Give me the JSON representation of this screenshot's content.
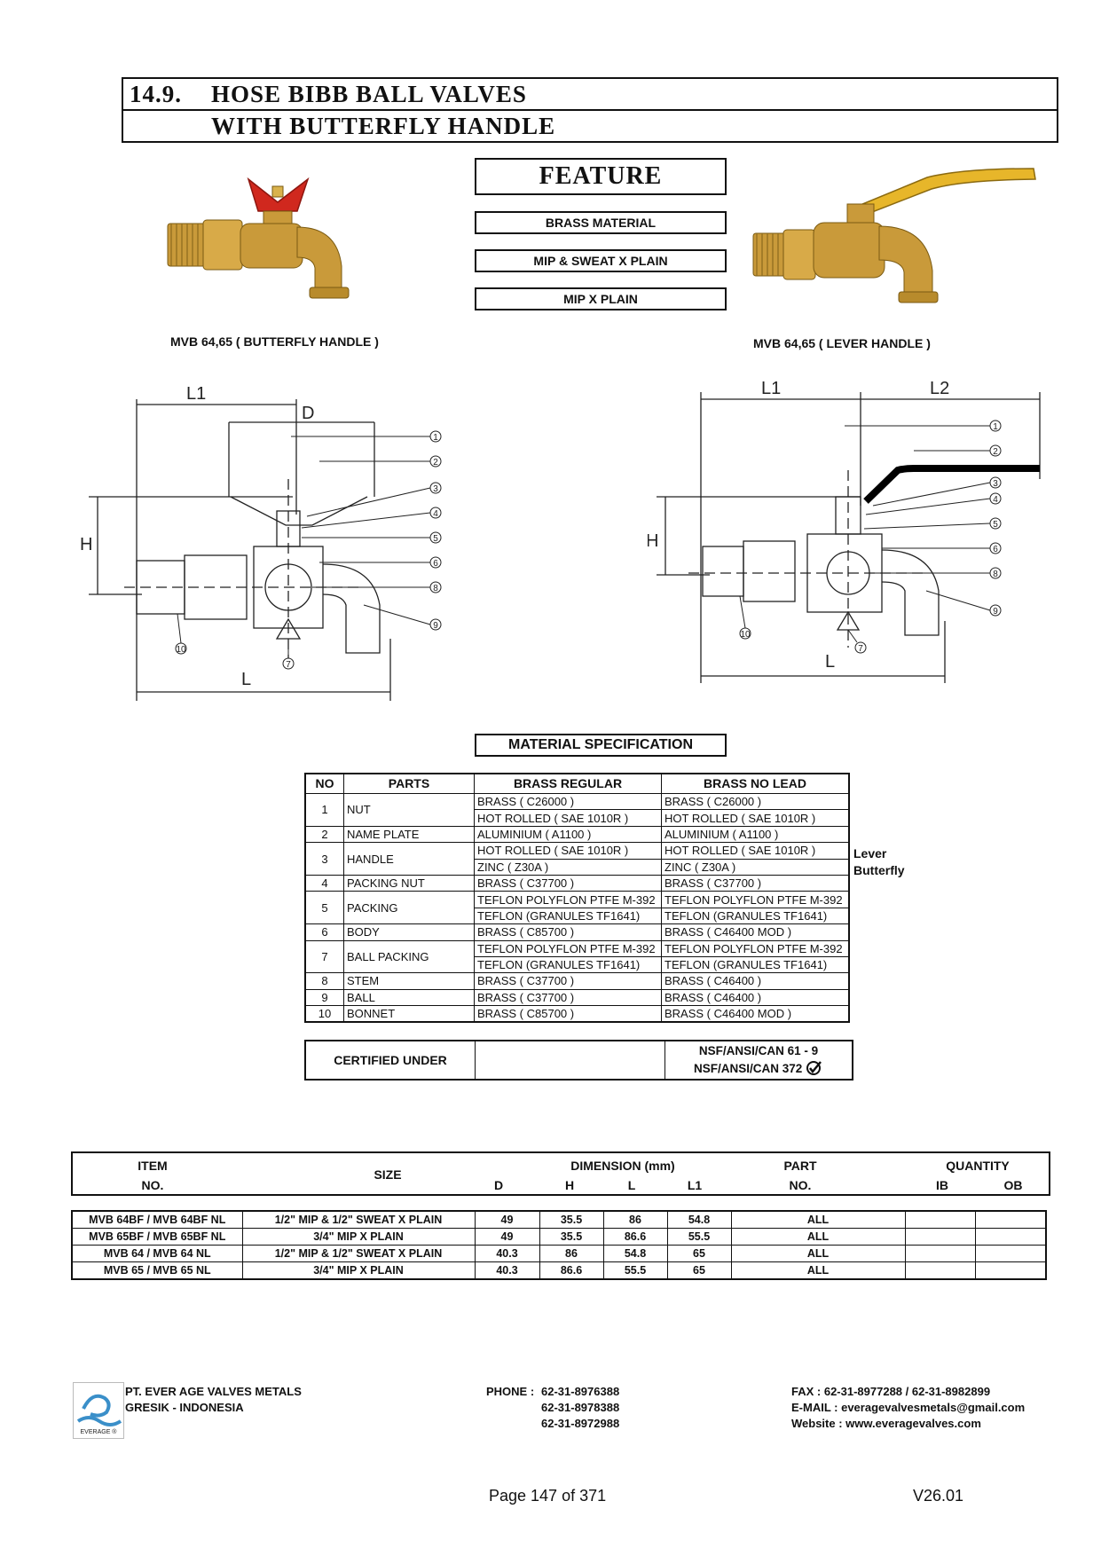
{
  "title": {
    "number": "14.9.",
    "line1": "HOSE BIBB BALL VALVES",
    "line2": "WITH BUTTERFLY HANDLE"
  },
  "feature": {
    "heading": "FEATURE",
    "items": [
      "BRASS MATERIAL",
      "MIP & SWEAT X PLAIN",
      "MIP X PLAIN"
    ]
  },
  "captions": {
    "left": "MVB 64,65 ( BUTTERFLY HANDLE )",
    "right": "MVB 64,65 ( LEVER HANDLE )"
  },
  "drawing_labels": {
    "left": {
      "L1": "L1",
      "D": "D",
      "H": "H",
      "L": "L"
    },
    "right": {
      "L1": "L1",
      "L2": "L2",
      "H": "H",
      "L": "L"
    },
    "balloons_left": [
      "1",
      "2",
      "3",
      "4",
      "5",
      "6",
      "8",
      "9",
      "10",
      "7"
    ],
    "balloons_right": [
      "1",
      "2",
      "3",
      "4",
      "5",
      "6",
      "8",
      "9",
      "10",
      "7"
    ]
  },
  "material": {
    "heading": "MATERIAL SPECIFICATION",
    "headers": [
      "NO",
      "PARTS",
      "BRASS REGULAR",
      "BRASS NO LEAD"
    ],
    "rows": [
      {
        "no": "1",
        "part": "NUT",
        "regular": [
          "BRASS ( C26000 )",
          "HOT ROLLED ( SAE 1010R )"
        ],
        "nolead": [
          "BRASS ( C26000 )",
          "HOT ROLLED ( SAE 1010R )"
        ]
      },
      {
        "no": "2",
        "part": "NAME PLATE",
        "regular": [
          "ALUMINIUM  ( A1100 )"
        ],
        "nolead": [
          "ALUMINIUM  ( A1100 )"
        ]
      },
      {
        "no": "3",
        "part": "HANDLE",
        "regular": [
          "HOT ROLLED ( SAE 1010R )",
          "ZINC ( Z30A )"
        ],
        "nolead": [
          "HOT ROLLED ( SAE 1010R )",
          "ZINC ( Z30A )"
        ]
      },
      {
        "no": "4",
        "part": "PACKING NUT",
        "regular": [
          "BRASS ( C37700 )"
        ],
        "nolead": [
          "BRASS ( C37700 )"
        ]
      },
      {
        "no": "5",
        "part": "PACKING",
        "regular": [
          "TEFLON POLYFLON PTFE M-392",
          "TEFLON (GRANULES TF1641)"
        ],
        "nolead": [
          "TEFLON POLYFLON PTFE M-392",
          "TEFLON (GRANULES TF1641)"
        ]
      },
      {
        "no": "6",
        "part": "BODY",
        "regular": [
          "BRASS ( C85700 )"
        ],
        "nolead": [
          "BRASS ( C46400 MOD )"
        ]
      },
      {
        "no": "7",
        "part": "BALL PACKING",
        "regular": [
          "TEFLON POLYFLON PTFE M-392",
          "TEFLON (GRANULES TF1641)"
        ],
        "nolead": [
          "TEFLON POLYFLON PTFE M-392",
          "TEFLON (GRANULES TF1641)"
        ]
      },
      {
        "no": "8",
        "part": "STEM",
        "regular": [
          "BRASS ( C37700 )"
        ],
        "nolead": [
          "BRASS ( C46400 )"
        ]
      },
      {
        "no": "9",
        "part": "BALL",
        "regular": [
          "BRASS ( C37700 )"
        ],
        "nolead": [
          "BRASS ( C46400 )"
        ]
      },
      {
        "no": "10",
        "part": "BONNET",
        "regular": [
          "BRASS ( C85700 )"
        ],
        "nolead": [
          "BRASS ( C46400 MOD )"
        ]
      }
    ],
    "side_notes": [
      "Lever",
      "Butterfly"
    ],
    "certified_label": "CERTIFIED UNDER",
    "certs": [
      "NSF/ANSI/CAN 61 - 9",
      "NSF/ANSI/CAN 372"
    ]
  },
  "dimension": {
    "headers": {
      "item": "ITEM",
      "no": "NO.",
      "size": "SIZE",
      "dimension": "DIMENSION (mm)",
      "D": "D",
      "H": "H",
      "L": "L",
      "L1": "L1",
      "part": "PART",
      "part_no": "NO.",
      "quantity": "QUANTITY",
      "ib": "IB",
      "ob": "OB"
    },
    "rows": [
      {
        "item": "MVB 64BF / MVB 64BF NL",
        "size": "1/2\" MIP & 1/2\" SWEAT X PLAIN",
        "D": "49",
        "H": "35.5",
        "L": "86",
        "L1": "54.8",
        "part": "ALL",
        "ib": "",
        "ob": ""
      },
      {
        "item": "MVB 65BF / MVB 65BF NL",
        "size": "3/4\" MIP X PLAIN",
        "D": "49",
        "H": "35.5",
        "L": "86.6",
        "L1": "55.5",
        "part": "ALL",
        "ib": "",
        "ob": ""
      },
      {
        "item": "MVB 64 / MVB 64 NL",
        "size": "1/2\" MIP & 1/2\" SWEAT X PLAIN",
        "D": "40.3",
        "H": "86",
        "L": "54.8",
        "L1": "65",
        "part": "ALL",
        "ib": "",
        "ob": ""
      },
      {
        "item": "MVB 65 / MVB 65 NL",
        "size": "3/4\" MIP X PLAIN",
        "D": "40.3",
        "H": "86.6",
        "L": "55.5",
        "L1": "65",
        "part": "ALL",
        "ib": "",
        "ob": ""
      }
    ]
  },
  "footer": {
    "company": "PT. EVER AGE VALVES METALS",
    "location": "GRESIK - INDONESIA",
    "logo_text": "EVERAGE ®",
    "phone_label": "PHONE :",
    "phones": [
      "62-31-8976388",
      "62-31-8978388",
      "62-31-8972988"
    ],
    "fax": "FAX  : 62-31-8977288 / 62-31-8982899",
    "email": "E-MAIL  : everagevalvesmetals@gmail.com",
    "website": "Website  : www.everagevalves.com",
    "page": "Page 147 of 371",
    "version": "V26.01"
  },
  "colors": {
    "brass": "#c99a3a",
    "butterfly_red": "#d0281e",
    "lever_yellow": "#e7b62a",
    "logo_blue": "#3a8fc9"
  }
}
